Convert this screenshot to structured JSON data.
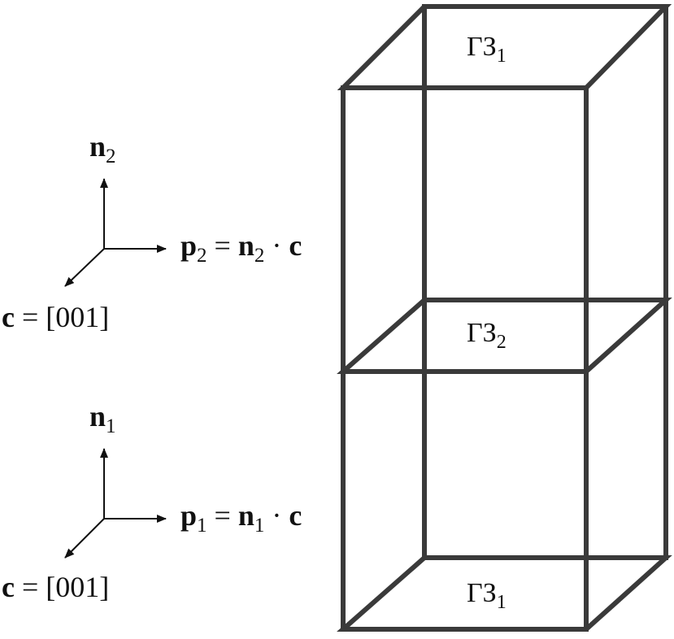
{
  "axes_upper": {
    "up_vector": "n",
    "up_subscript": "2",
    "right_vector_p": "p",
    "right_p_subscript": "2",
    "right_eq": " = ",
    "right_vector_n": "n",
    "right_n_subscript": "2",
    "right_dot": " · ",
    "right_vector_c": "c",
    "diag_vector": "c",
    "diag_rest": " = [001]"
  },
  "axes_lower": {
    "up_vector": "n",
    "up_subscript": "1",
    "right_vector_p": "p",
    "right_p_subscript": "1",
    "right_eq": " = ",
    "right_vector_n": "n",
    "right_n_subscript": "1",
    "right_dot": " · ",
    "right_vector_c": "c",
    "diag_vector": "c",
    "diag_rest": " = [001]"
  },
  "regions": {
    "top": {
      "symbol": "ΓЗ",
      "subscript": "1"
    },
    "middle": {
      "symbol": "ΓЗ",
      "subscript": "2"
    },
    "bottom": {
      "symbol": "ΓЗ",
      "subscript": "1"
    }
  },
  "colors": {
    "frame": "#3a3a3a",
    "ink": "#111111",
    "background": "#ffffff"
  }
}
